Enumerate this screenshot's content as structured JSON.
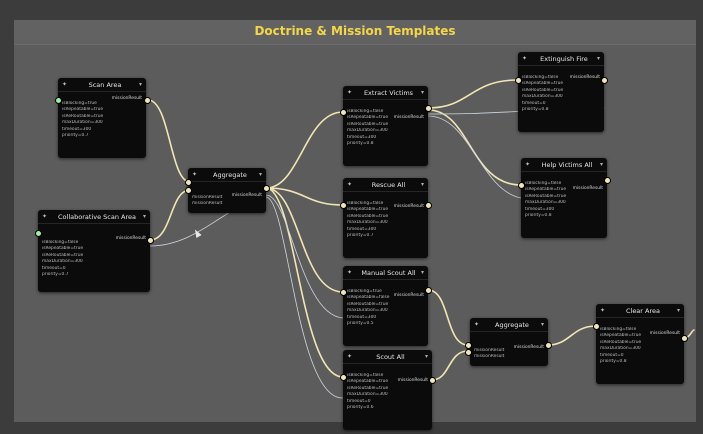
{
  "window": {
    "title": "Doctrine & Mission Templates"
  },
  "nodes": [
    {
      "id": "scan",
      "title": "Scan Area",
      "output": "missionResult",
      "props": [
        "isBlocking=true",
        "isRepeatable=true",
        "isReRoutable=true",
        "maxDuration=300",
        "timeout=300",
        "priority=0.7"
      ]
    },
    {
      "id": "collab",
      "title": "Collaborative Scan Area",
      "output": "missionResult",
      "props": [
        "isBlocking=false",
        "isRepeatable=true",
        "isReRoutable=true",
        "maxDuration=300",
        "timeout=0",
        "priority=0.7"
      ]
    },
    {
      "id": "agg1",
      "title": "Aggregate",
      "output": "missionResult",
      "props": [
        "missionResult",
        "missionResult"
      ]
    },
    {
      "id": "extract",
      "title": "Extract Victims",
      "output": "missionResult",
      "props": [
        "isBlocking=false",
        "isRepeatable=true",
        "isReRoutable=true",
        "maxDuration=300",
        "timeout=300",
        "priority=0.8"
      ]
    },
    {
      "id": "rescue",
      "title": "Rescue All",
      "output": "missionResult",
      "props": [
        "isBlocking=false",
        "isRepeatable=true",
        "isReRoutable=true",
        "maxDuration=300",
        "timeout=300",
        "priority=0.7"
      ]
    },
    {
      "id": "manual",
      "title": "Manual Scout All",
      "output": "missionResult",
      "props": [
        "isBlocking=true",
        "isRepeatable=false",
        "isReRoutable=true",
        "maxDuration=300",
        "timeout=300",
        "priority=0.5"
      ]
    },
    {
      "id": "scout",
      "title": "Scout All",
      "output": "missionResult",
      "props": [
        "isBlocking=false",
        "isRepeatable=true",
        "isReRoutable=true",
        "maxDuration=300",
        "timeout=0",
        "priority=0.6"
      ]
    },
    {
      "id": "extinguish",
      "title": "Extinguish Fire",
      "output": "missionResult",
      "props": [
        "isBlocking=false",
        "isRepeatable=true",
        "isReRoutable=true",
        "maxDuration=300",
        "timeout=0",
        "priority=0.8"
      ]
    },
    {
      "id": "help",
      "title": "Help Victims All",
      "output": "missionResult",
      "props": [
        "isBlocking=false",
        "isRepeatable=true",
        "isReRoutable=true",
        "maxDuration=300",
        "timeout=300",
        "priority=0.8"
      ]
    },
    {
      "id": "agg2",
      "title": "Aggregate",
      "output": "missionResult",
      "props": [
        "missionResult",
        "missionResult"
      ]
    },
    {
      "id": "clear",
      "title": "Clear Area",
      "output": "missionResult",
      "props": [
        "isBlocking=false",
        "isRepeatable=true",
        "isReRoutable=true",
        "maxDuration=300",
        "timeout=0",
        "priority=0.8"
      ]
    }
  ],
  "icons": {
    "node_icon": "wrench-icon",
    "close_icon": "chevron-down-icon"
  },
  "colors": {
    "title": "#f4d64a",
    "wire_primary": "#f0e6b4",
    "wire_secondary": "#cfd6e0",
    "node_bg": "#0b0b0b",
    "canvas": "#5c5c5c"
  }
}
